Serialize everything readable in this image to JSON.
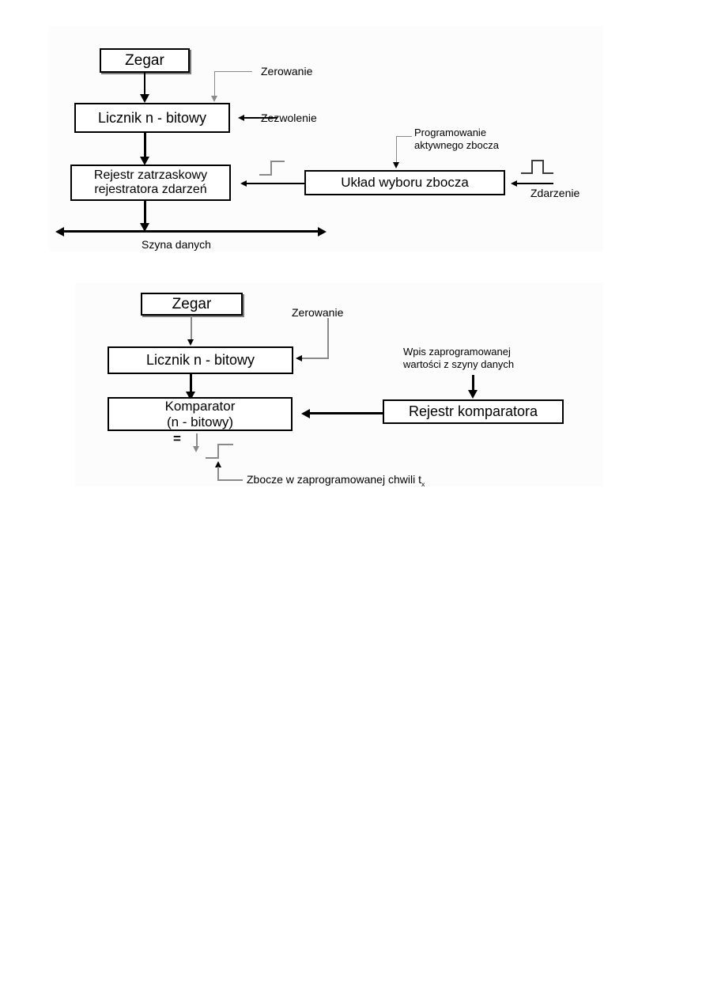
{
  "figure": {
    "title_semantic": "timer-block-diagrams",
    "language": "pl",
    "colors": {
      "ink": "#000000",
      "panel": "#fcfcfd",
      "waveform_light": "#8a8a8a",
      "waveform_dark": "#3c3c3c",
      "page": "#ffffff"
    }
  },
  "diagram1": {
    "name": "event-recorder-block-diagram",
    "blocks": {
      "clock": "Zegar",
      "counter": "Licznik n - bitowy",
      "latch_register": "Rejestr zatrzaskowy\nrejestratora zdarzeń",
      "edge_select": "Układ wyboru zbocza"
    },
    "labels": {
      "reset": "Zerowanie",
      "enable": "Zezwolenie",
      "edge_programming": "Programowanie\naktywnego zbocza",
      "event": "Zdarzenie",
      "data_bus": "Szyna danych"
    },
    "signals": {
      "step_into_latch": "rising-edge-step",
      "pulse_event": "pulse"
    }
  },
  "diagram2": {
    "name": "comparator-timer-block-diagram",
    "blocks": {
      "clock": "Zegar",
      "counter": "Licznik n - bitowy",
      "comparator": "Komparator\n(n - bitowy)",
      "comparator_register": "Rejestr komparatora"
    },
    "labels": {
      "reset": "Zerowanie",
      "write_value": "Wpis zaprogramowanej\nwartości z szyny danych",
      "equal_sign": "=",
      "output_caption_text": "Zbocze w zaprogramowanej chwili t",
      "output_caption_subscript": "x"
    },
    "signals": {
      "output_step": "rising-edge-step"
    }
  }
}
